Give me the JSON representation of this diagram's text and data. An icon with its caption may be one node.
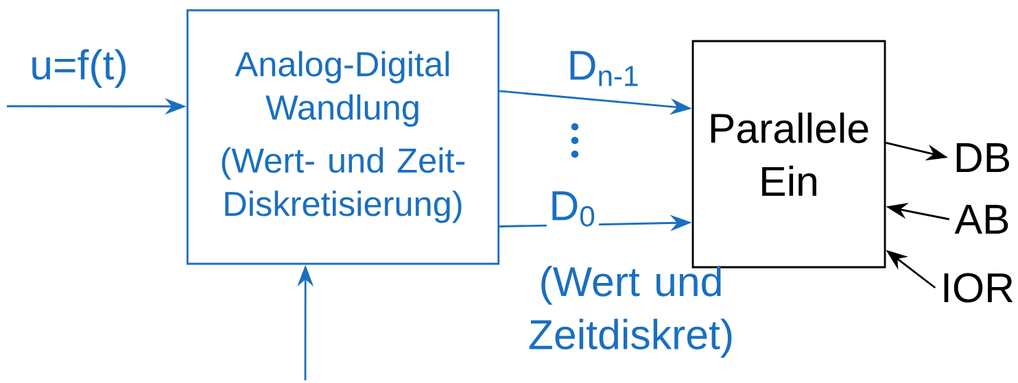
{
  "diagram": {
    "nodes": [
      {
        "text": [
          "Analog-Digital Wandlung",
          "(Wert- und Zeit-Diskretisierung)"
        ]
      },
      {
        "text": [
          "Parallele Ein"
        ]
      },
      {
        "text": [
          "DB"
        ]
      },
      {
        "text": [
          "AB"
        ]
      },
      {
        "text": [
          "IOR"
        ]
      }
    ],
    "edges": [
      {
        "from": null,
        "to": 0,
        "arrow": "to",
        "label": "u=f(t)"
      },
      {
        "from": null,
        "to": 0,
        "arrow": "to"
      },
      {
        "from": 0,
        "to": 1,
        "arrow": "to",
        "label": "D$_{n-1}$"
      },
      {
        "from": 0,
        "to": 1,
        "arrow": "to",
        "label": "D$_{0}$"
      },
      {
        "from": 1,
        "to": 2,
        "arrow": "to",
        "color": "#000000"
      },
      {
        "from": 3,
        "to": 1,
        "arrow": "to",
        "color": "#000000"
      },
      {
        "from": 4,
        "to": 1,
        "arrow": "to",
        "color": "#000000"
      }
    ],
    "labels": [
      "(Wert und Zeitdiskret)"
    ]
  }
}
